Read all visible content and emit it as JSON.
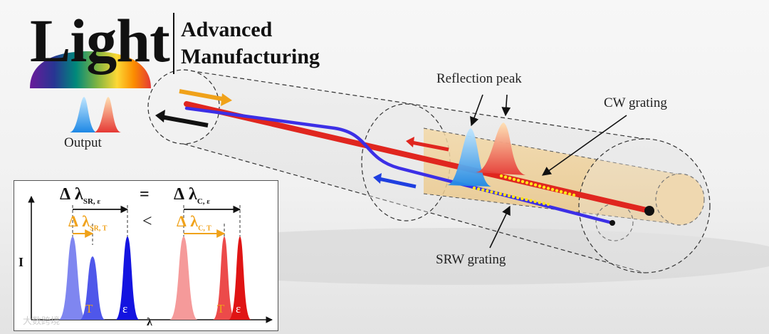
{
  "logo": {
    "word": "Light",
    "subtitle_line1": "Advanced",
    "subtitle_line2": "Manufacturing",
    "output_label": "Output"
  },
  "labels": {
    "reflection_peak": "Reflection peak",
    "cw_grating": "CW grating",
    "srw_grating": "SRW grating"
  },
  "inset": {
    "y_axis": "I",
    "x_axis": "λ",
    "delta": "Δ",
    "lambda": "λ",
    "sub_sr_eps": "SR, ε",
    "sub_c_eps": "C, ε",
    "sub_sr_t": "SR, T",
    "sub_c_t": "C, T",
    "equals": "=",
    "less_than": "<",
    "peak_label_t": "T",
    "peak_label_eps": "ε"
  },
  "watermark": "大数跨境",
  "colors": {
    "red_fiber": "#e0261f",
    "blue_fiber": "#3c2fe6",
    "grating_dot": "#ffe41a",
    "orange_arrow": "#f0a21a",
    "peak_blue": "#1f3fe0",
    "peak_red": "#e01a1a"
  }
}
